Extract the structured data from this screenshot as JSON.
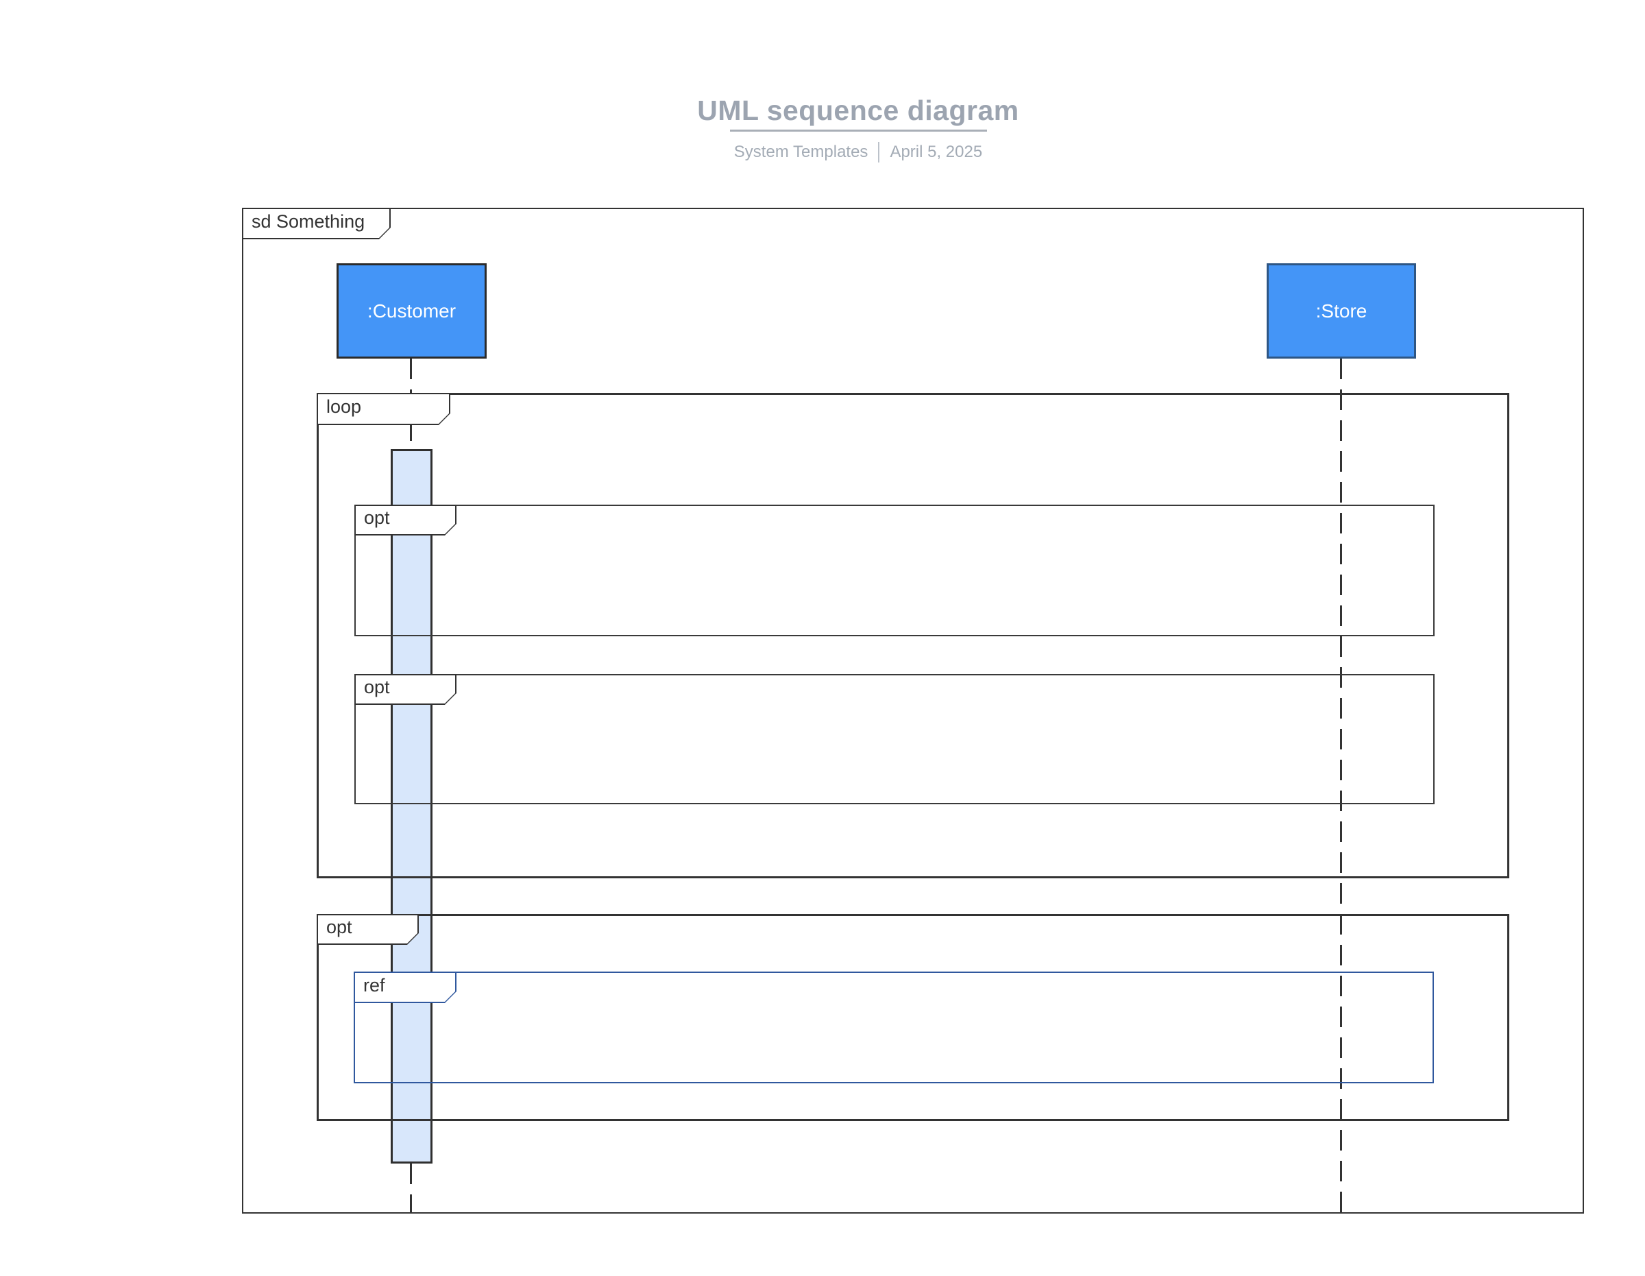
{
  "header": {
    "title": "UML sequence diagram",
    "meta_left": "System Templates",
    "meta_separator": "|",
    "meta_right": "April 5, 2025"
  },
  "frame": {
    "label": "sd Something"
  },
  "lifelines": [
    {
      "label": ":Customer"
    },
    {
      "label": ":Store"
    }
  ],
  "fragments": [
    {
      "type": "loop",
      "label": "loop"
    },
    {
      "type": "opt",
      "label": "opt"
    },
    {
      "type": "opt",
      "label": "opt"
    },
    {
      "type": "opt",
      "label": "opt"
    },
    {
      "type": "ref",
      "label": "ref"
    }
  ],
  "colors": {
    "actor-fill": "#4495F7",
    "actor-text": "#FFFFFF",
    "customer-border": "#2B2B2B",
    "store-border": "#2E5684",
    "activation-fill": "#D8E7FB",
    "line": "#333333",
    "ref-border": "#30589E",
    "title-gray": "#9CA4B0",
    "subtitle-gray": "#A3ABB5",
    "divider-gray": "#A9AFB7"
  }
}
